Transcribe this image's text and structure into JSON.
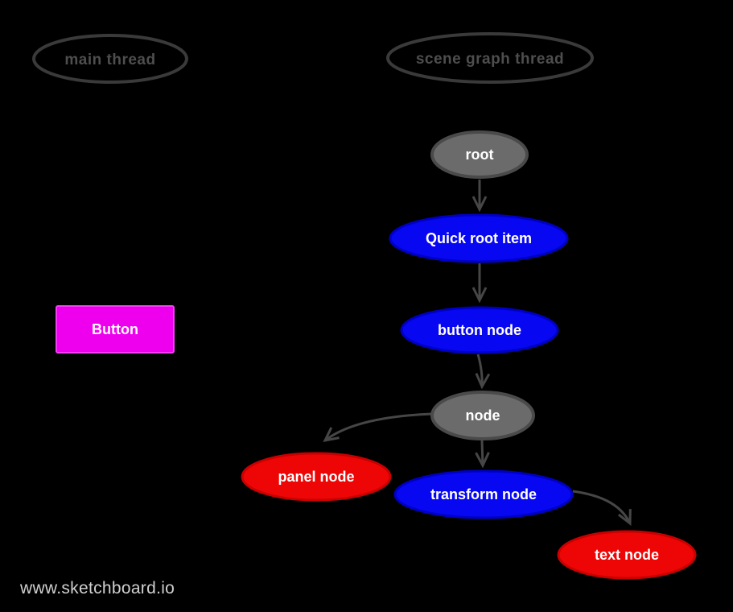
{
  "canvas": {
    "background": "#000000",
    "watermark": "www.sketchboard.io"
  },
  "lanes": [
    {
      "id": "main-thread",
      "label": "main thread"
    },
    {
      "id": "scene-graph-thread",
      "label": "scene graph thread"
    }
  ],
  "button": {
    "label": "Button"
  },
  "nodes": [
    {
      "id": "root",
      "label": "root",
      "color": "gray"
    },
    {
      "id": "quick-root-item",
      "label": "Quick root item",
      "color": "blue"
    },
    {
      "id": "button-node",
      "label": "button node",
      "color": "blue"
    },
    {
      "id": "node",
      "label": "node",
      "color": "gray"
    },
    {
      "id": "panel-node",
      "label": "panel node",
      "color": "red"
    },
    {
      "id": "transform-node",
      "label": "transform node",
      "color": "blue"
    },
    {
      "id": "text-node",
      "label": "text node",
      "color": "red"
    }
  ],
  "edges": [
    {
      "from": "root",
      "to": "quick-root-item"
    },
    {
      "from": "quick-root-item",
      "to": "button-node"
    },
    {
      "from": "button-node",
      "to": "node"
    },
    {
      "from": "node",
      "to": "panel-node"
    },
    {
      "from": "node",
      "to": "transform-node"
    },
    {
      "from": "transform-node",
      "to": "text-node"
    }
  ],
  "colors": {
    "gray_fill": "#6b6b6b",
    "gray_stroke": "#4a4a4a",
    "blue_fill": "#0707f2",
    "blue_stroke": "#0000c4",
    "red_fill": "#ee0606",
    "red_stroke": "#c90000",
    "magenta_fill": "#ee00ee",
    "magenta_stroke": "#f73cf7",
    "node_text": "#ffffff",
    "lane_stroke": "#3a3a3a",
    "lane_text": "#4e4e4e",
    "arrow": "#464646",
    "watermark_text": "#cfcfcf"
  }
}
